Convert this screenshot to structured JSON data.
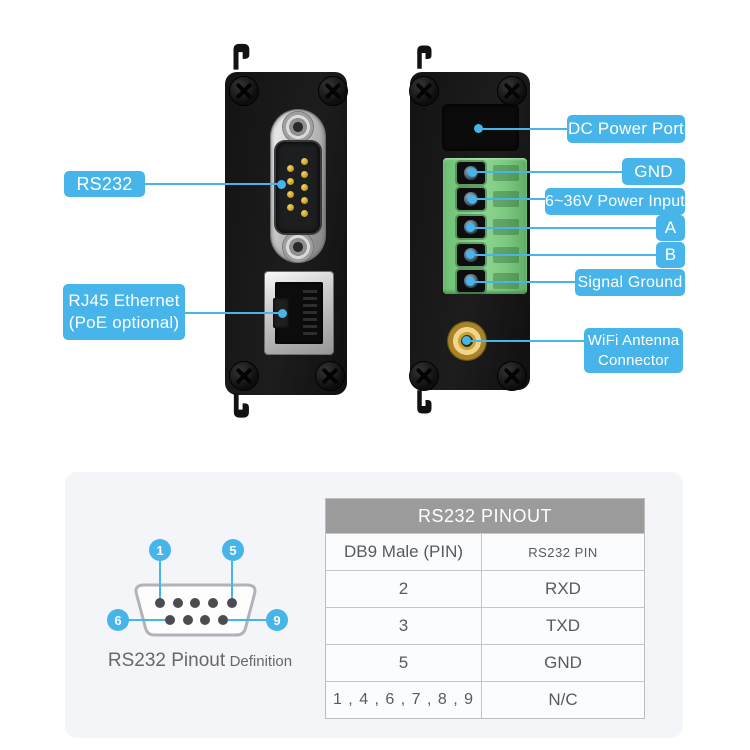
{
  "callouts": {
    "rs232": "RS232",
    "rj45_line1": "RJ45 Ethernet",
    "rj45_line2": "(PoE optional)",
    "dc_power": "DC Power Port",
    "gnd": "GND",
    "power_input": "6~36V Power Input",
    "a": "A",
    "b": "B",
    "signal_ground": "Signal Ground",
    "wifi_line1": "WiFi Antenna",
    "wifi_line2": "Connector"
  },
  "pin_diagram": {
    "pin1": "1",
    "pin5": "5",
    "pin6": "6",
    "pin9": "9",
    "caption_main": "RS232 Pinout",
    "caption_small": "Definition"
  },
  "pinout_table": {
    "title": "RS232 PINOUT",
    "columns": [
      "DB9 Male (PIN)",
      "RS232 PIN"
    ],
    "rows": [
      [
        "2",
        "RXD"
      ],
      [
        "3",
        "TXD"
      ],
      [
        "5",
        "GND"
      ],
      [
        "1 , 4 , 6 , 7 , 8 , 9",
        "N/C"
      ]
    ]
  },
  "colors": {
    "accent_blue": "#47b5e9",
    "terminal_green": "#7cc981",
    "table_header_gray": "#9b9b9b",
    "card_background": "#f4f5f8"
  }
}
